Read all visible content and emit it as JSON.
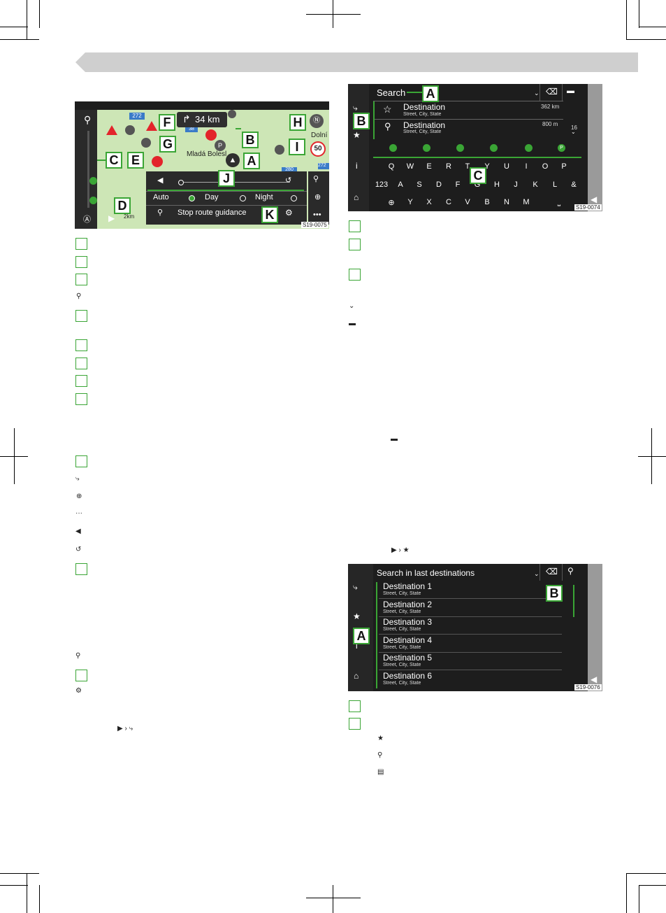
{
  "figure_left": {
    "code": "S19-0075",
    "route_distance": "34 km",
    "town": "Mladá Bolesl",
    "town_right": "Dolní",
    "road_272": "272",
    "road_38": "38",
    "road_280": "280",
    "speed_sign": "50",
    "scale": "2km",
    "mode_auto": "Auto",
    "mode_day": "Day",
    "mode_night": "Night",
    "stop_guidance": "Stop route guidance",
    "callouts": [
      "A",
      "B",
      "C",
      "D",
      "E",
      "F",
      "G",
      "H",
      "I",
      "J",
      "K"
    ]
  },
  "figure_right_top": {
    "code": "S19-0074",
    "search_label": "Search",
    "results": [
      {
        "title": "Destination",
        "sub": "Street, City, State",
        "dist": "362 km"
      },
      {
        "title": "Destination",
        "sub": "Street, City, State",
        "dist": "800 m"
      }
    ],
    "count": "16",
    "keyboard_row1": [
      "Q",
      "W",
      "E",
      "R",
      "T",
      "Y",
      "U",
      "I",
      "O",
      "P"
    ],
    "keyboard_row2": [
      "A",
      "S",
      "D",
      "F",
      "G",
      "H",
      "J",
      "K",
      "L",
      "&"
    ],
    "keyboard_row3": [
      "Y",
      "X",
      "C",
      "V",
      "B",
      "N",
      "M"
    ],
    "key_123": "123",
    "callouts": [
      "A",
      "B",
      "C"
    ]
  },
  "figure_right_bottom": {
    "code": "S19-0076",
    "search_label": "Search in last destinations",
    "destinations": [
      {
        "title": "Destination 1",
        "sub": "Street, City, State"
      },
      {
        "title": "Destination 2",
        "sub": "Street, City, State"
      },
      {
        "title": "Destination 3",
        "sub": "Street, City, State"
      },
      {
        "title": "Destination 4",
        "sub": "Street, City, State"
      },
      {
        "title": "Destination 5",
        "sub": "Street, City, State"
      },
      {
        "title": "Destination 6",
        "sub": "Street, City, State"
      }
    ],
    "callouts": [
      "A",
      "B"
    ]
  },
  "colors": {
    "accent": "#3aa535",
    "header_band": "#cfcfcf",
    "screen_bg": "#1d1d1d"
  }
}
